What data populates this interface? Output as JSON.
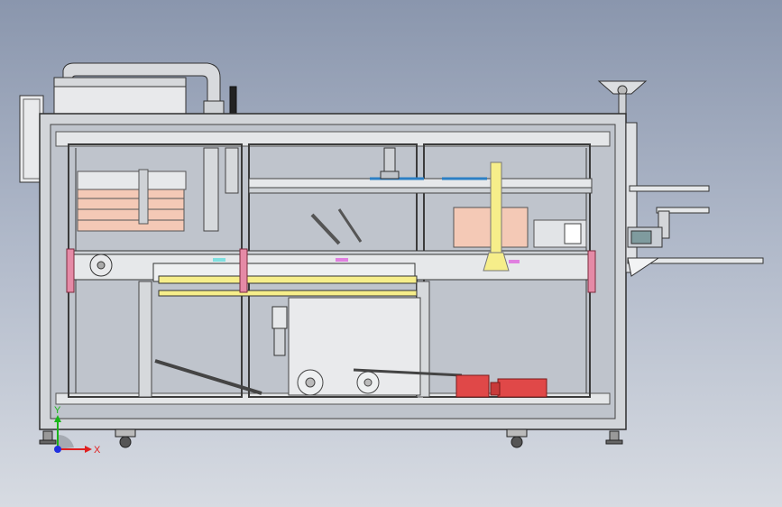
{
  "viewport": {
    "background": [
      "#8a96ad",
      "#d7dbe2"
    ],
    "view": "front"
  },
  "triad": {
    "x_label": "X",
    "y_label": "Y",
    "x_color": "#e02020",
    "y_color": "#19b519",
    "z_color": "#2030e0"
  },
  "colors": {
    "frame": "#c9ccd0",
    "frame_edge": "#3a3a3a",
    "glass_tint": "#bfc4cc",
    "motor": "#e04848",
    "yellow_part": "#f6ee8a",
    "pink_clamp": "#e58aa6",
    "peach_panel": "#f4c9b6"
  },
  "icons": [
    "handwheel-icon",
    "caster-wheel-icon",
    "sprocket-icon",
    "air-regulator-icon",
    "gear-motor-icon",
    "coordinate-triad-icon"
  ]
}
